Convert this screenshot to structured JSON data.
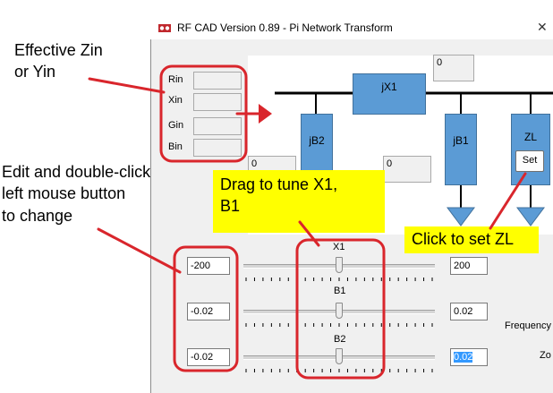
{
  "window": {
    "title": "RF CAD Version 0.89 - Pi Network Transform",
    "close_glyph": "✕"
  },
  "left_fields": [
    {
      "label": "Rin",
      "value": ""
    },
    {
      "label": "Xin",
      "value": ""
    },
    {
      "label": "Gin",
      "value": ""
    },
    {
      "label": "Bin",
      "value": ""
    }
  ],
  "network": {
    "jx1_label": "jX1",
    "jx1_value": "0",
    "jb2_label": "jB2",
    "jb2_value": "0",
    "jb1_label": "jB1",
    "jb1_value": "0",
    "zl_label": "ZL",
    "set_label": "Set"
  },
  "sliders": [
    {
      "name": "X1",
      "min": "-200",
      "max": "200",
      "position_fraction": 0.5
    },
    {
      "name": "B1",
      "min": "-0.02",
      "max": "0.02",
      "position_fraction": 0.5
    },
    {
      "name": "B2",
      "min": "-0.02",
      "max": "0.02",
      "position_fraction": 0.5
    }
  ],
  "right_labels": {
    "frequency": "Frequency",
    "zo": "Zo"
  },
  "annotations": {
    "effective_zin": "Effective Zin\nor Yin",
    "edit_hint": "Edit and double-click\nleft mouse button\nto change",
    "drag_hint": "Drag to tune X1,\nB1",
    "set_hint": "Click to set ZL"
  },
  "colors": {
    "block": "#5b9bd5",
    "highlight": "#ffff00",
    "annotation_red": "#d9262c",
    "selection": "#3399ff"
  }
}
